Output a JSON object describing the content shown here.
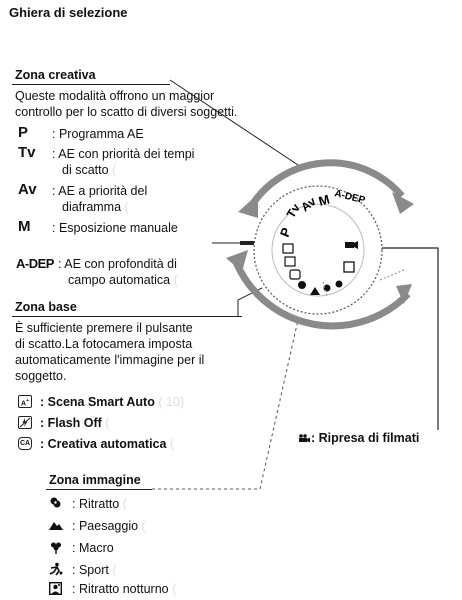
{
  "title": "Ghiera di selezione",
  "creative_zone": {
    "heading": "Zona creativa",
    "description_lines": [
      "Queste modalità offrono un maggior",
      "controllo per lo scatto di diversi soggetti."
    ],
    "modes": [
      {
        "symbol": "P",
        "lines": [
          "Programma AE"
        ]
      },
      {
        "symbol": "Tv",
        "lines": [
          "AE con priorità dei tempi",
          "di scatto"
        ]
      },
      {
        "symbol": "Av",
        "lines": [
          "AE a priorità del",
          "diaframma"
        ]
      },
      {
        "symbol": "M",
        "lines": [
          "Esposizione manuale"
        ]
      },
      {
        "symbol": "A-DEP",
        "lines": [
          "AE con profondità di",
          "campo automatica"
        ]
      }
    ]
  },
  "basic_zone": {
    "heading": "Zona base",
    "description_lines": [
      "È sufficiente premere il pulsante",
      "di scatto.La fotocamera imposta",
      "automaticamente l'immagine per il",
      "soggetto."
    ],
    "modes": [
      {
        "icon": "scene-smart-auto-icon",
        "label": "Scena Smart Auto"
      },
      {
        "icon": "flash-off-icon",
        "label": "Flash Off"
      },
      {
        "icon": "creative-auto-icon",
        "icon_text": "CA",
        "label": "Creativa automatica"
      }
    ]
  },
  "image_zone": {
    "heading": "Zona immagine",
    "modes": [
      {
        "icon": "portrait-icon",
        "label": "Ritratto"
      },
      {
        "icon": "landscape-icon",
        "label": "Paesaggio"
      },
      {
        "icon": "macro-icon",
        "label": "Macro"
      },
      {
        "icon": "sport-icon",
        "label": "Sport"
      },
      {
        "icon": "night-portrait-icon",
        "label": "Ritratto notturno"
      }
    ]
  },
  "movie": {
    "icon": "movie-camera-icon",
    "label": ": Ripresa di filmati"
  },
  "dial_labels": [
    "P",
    "Tv",
    "Av",
    "M",
    "A-DEP"
  ],
  "colors": {
    "arrow_gray": "#8a8a8a",
    "text": "#111111",
    "faint": "#dddddd"
  }
}
